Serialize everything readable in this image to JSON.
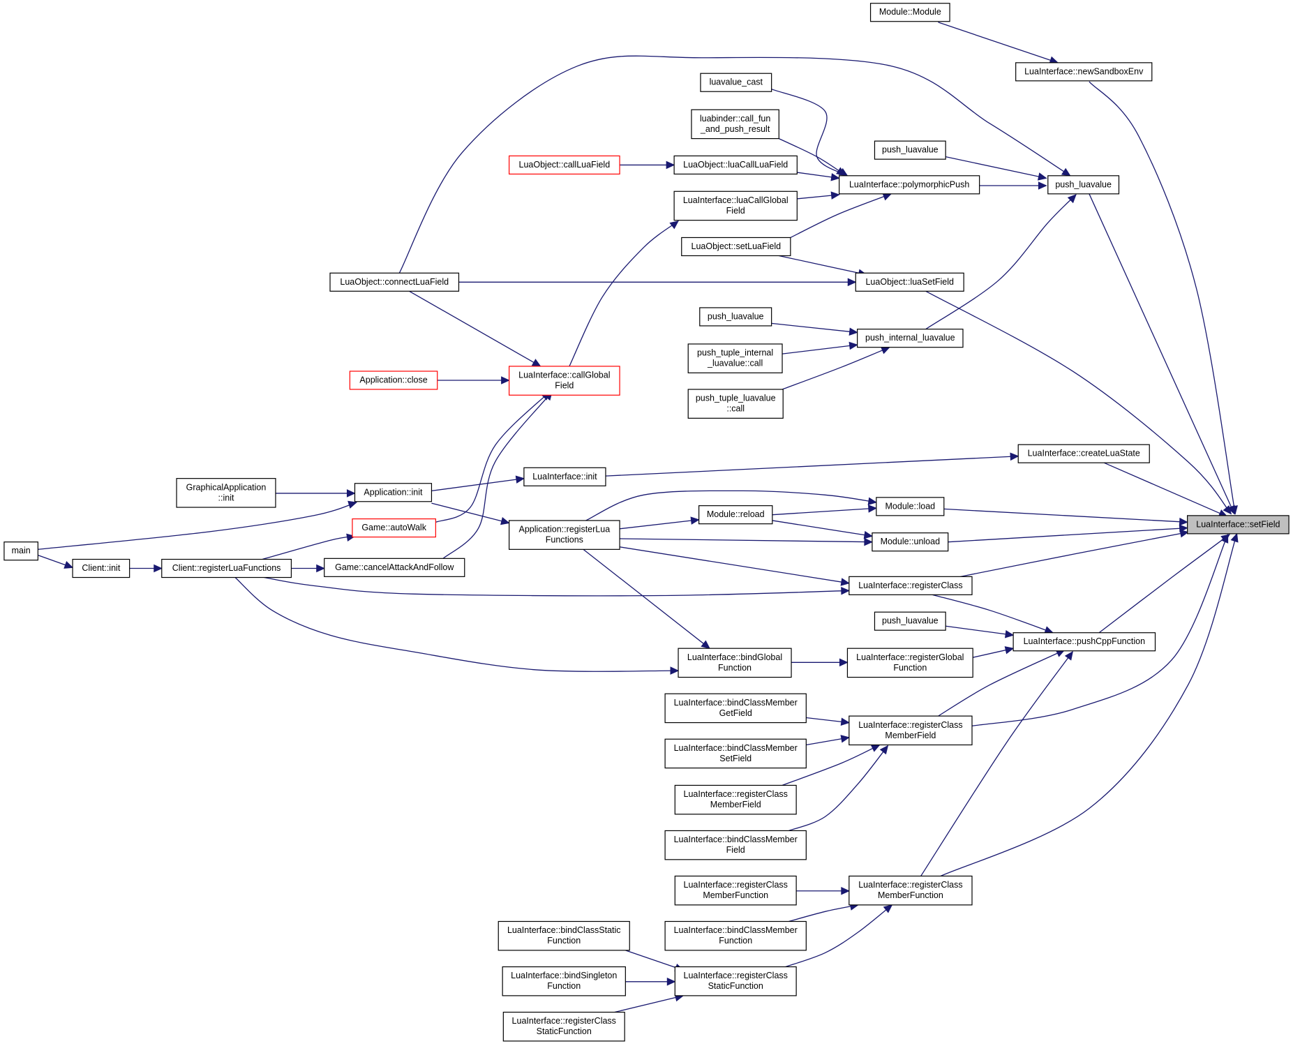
{
  "graph": {
    "nodes": [
      {
        "id": "setField",
        "lines": [
          "LuaInterface::setField"
        ],
        "variant": "focus"
      },
      {
        "id": "moduleModule",
        "lines": [
          "Module::Module"
        ]
      },
      {
        "id": "newSandboxEnv",
        "lines": [
          "LuaInterface::newSandboxEnv"
        ]
      },
      {
        "id": "luavalueCast",
        "lines": [
          "luavalue_cast"
        ]
      },
      {
        "id": "callFun",
        "lines": [
          "luabinder::call_fun",
          "_and_push_result"
        ]
      },
      {
        "id": "pushLuavalueA",
        "lines": [
          "push_luavalue"
        ]
      },
      {
        "id": "callLuaField",
        "lines": [
          "LuaObject::callLuaField"
        ],
        "variant": "red"
      },
      {
        "id": "luaCallLuaField",
        "lines": [
          "LuaObject::luaCallLuaField"
        ]
      },
      {
        "id": "polymorphicPush",
        "lines": [
          "LuaInterface::polymorphicPush"
        ]
      },
      {
        "id": "pushLuavalueMain",
        "lines": [
          "push_luavalue"
        ]
      },
      {
        "id": "luaCallGlobalField",
        "lines": [
          "LuaInterface::luaCallGlobal",
          "Field"
        ]
      },
      {
        "id": "setLuaField",
        "lines": [
          "LuaObject::setLuaField"
        ]
      },
      {
        "id": "connectLuaField",
        "lines": [
          "LuaObject::connectLuaField"
        ]
      },
      {
        "id": "luaSetField",
        "lines": [
          "LuaObject::luaSetField"
        ]
      },
      {
        "id": "pushLuavalueB",
        "lines": [
          "push_luavalue"
        ]
      },
      {
        "id": "pushInternal",
        "lines": [
          "push_internal_luavalue"
        ]
      },
      {
        "id": "pushTupleInternal",
        "lines": [
          "push_tuple_internal",
          "_luavalue::call"
        ]
      },
      {
        "id": "pushTupleLuavalue",
        "lines": [
          "push_tuple_luavalue",
          "::call"
        ]
      },
      {
        "id": "appClose",
        "lines": [
          "Application::close"
        ],
        "variant": "red"
      },
      {
        "id": "callGlobalField",
        "lines": [
          "LuaInterface::callGlobal",
          "Field"
        ],
        "variant": "red"
      },
      {
        "id": "createLuaState",
        "lines": [
          "LuaInterface::createLuaState"
        ]
      },
      {
        "id": "graphicalInit",
        "lines": [
          "GraphicalApplication",
          "::init"
        ]
      },
      {
        "id": "appInit",
        "lines": [
          "Application::init"
        ]
      },
      {
        "id": "luaInterfaceInit",
        "lines": [
          "LuaInterface::init"
        ]
      },
      {
        "id": "moduleLoad",
        "lines": [
          "Module::load"
        ]
      },
      {
        "id": "moduleReload",
        "lines": [
          "Module::reload"
        ]
      },
      {
        "id": "moduleUnload",
        "lines": [
          "Module::unload"
        ]
      },
      {
        "id": "main",
        "lines": [
          "main"
        ]
      },
      {
        "id": "gameAutoWalk",
        "lines": [
          "Game::autoWalk"
        ],
        "variant": "red"
      },
      {
        "id": "appRegisterLua",
        "lines": [
          "Application::registerLua",
          "Functions"
        ]
      },
      {
        "id": "clientInit",
        "lines": [
          "Client::init"
        ]
      },
      {
        "id": "clientRegister",
        "lines": [
          "Client::registerLuaFunctions"
        ]
      },
      {
        "id": "gameCancel",
        "lines": [
          "Game::cancelAttackAndFollow"
        ]
      },
      {
        "id": "registerClass",
        "lines": [
          "LuaInterface::registerClass"
        ]
      },
      {
        "id": "pushLuavalueC",
        "lines": [
          "push_luavalue"
        ]
      },
      {
        "id": "pushCppFunction",
        "lines": [
          "LuaInterface::pushCppFunction"
        ]
      },
      {
        "id": "bindGlobalFunction",
        "lines": [
          "LuaInterface::bindGlobal",
          "Function"
        ]
      },
      {
        "id": "registerGlobalFunction",
        "lines": [
          "LuaInterface::registerGlobal",
          "Function"
        ]
      },
      {
        "id": "bindCMGetField",
        "lines": [
          "LuaInterface::bindClassMember",
          "GetField"
        ]
      },
      {
        "id": "registerCMField",
        "lines": [
          "LuaInterface::registerClass",
          "MemberField"
        ]
      },
      {
        "id": "bindCMSetField",
        "lines": [
          "LuaInterface::bindClassMember",
          "SetField"
        ]
      },
      {
        "id": "registerCMField2",
        "lines": [
          "LuaInterface::registerClass",
          "MemberField"
        ]
      },
      {
        "id": "bindCMField",
        "lines": [
          "LuaInterface::bindClassMember",
          "Field"
        ]
      },
      {
        "id": "registerCMFunction2",
        "lines": [
          "LuaInterface::registerClass",
          "MemberFunction"
        ]
      },
      {
        "id": "registerCMFunction",
        "lines": [
          "LuaInterface::registerClass",
          "MemberFunction"
        ]
      },
      {
        "id": "bindCMFunction",
        "lines": [
          "LuaInterface::bindClassMember",
          "Function"
        ]
      },
      {
        "id": "bindClassStatic",
        "lines": [
          "LuaInterface::bindClassStatic",
          "Function"
        ]
      },
      {
        "id": "bindSingleton",
        "lines": [
          "LuaInterface::bindSingleton",
          "Function"
        ]
      },
      {
        "id": "registerCSFunction",
        "lines": [
          "LuaInterface::registerClass",
          "StaticFunction"
        ]
      },
      {
        "id": "registerCSFunction2",
        "lines": [
          "LuaInterface::registerClass",
          "StaticFunction"
        ]
      }
    ],
    "edges": [
      {
        "from": "moduleModule",
        "to": "newSandboxEnv"
      },
      {
        "from": "newSandboxEnv",
        "to": "setField"
      },
      {
        "from": "connectLuaField",
        "to": "pushLuavalueMain"
      },
      {
        "from": "luavalueCast",
        "to": "polymorphicPush"
      },
      {
        "from": "callFun",
        "to": "polymorphicPush"
      },
      {
        "from": "pushLuavalueA",
        "to": "pushLuavalueMain"
      },
      {
        "from": "callLuaField",
        "to": "luaCallLuaField"
      },
      {
        "from": "luaCallLuaField",
        "to": "polymorphicPush"
      },
      {
        "from": "luaCallGlobalField",
        "to": "polymorphicPush"
      },
      {
        "from": "setLuaField",
        "to": "polymorphicPush"
      },
      {
        "from": "polymorphicPush",
        "to": "pushLuavalueMain"
      },
      {
        "from": "pushLuavalueMain",
        "to": "setField"
      },
      {
        "from": "callGlobalField",
        "to": "luaCallGlobalField"
      },
      {
        "from": "setLuaField",
        "to": "luaSetField"
      },
      {
        "from": "connectLuaField",
        "to": "luaSetField"
      },
      {
        "from": "connectLuaField",
        "to": "callGlobalField"
      },
      {
        "from": "luaSetField",
        "to": "setField"
      },
      {
        "from": "pushInternal",
        "to": "pushLuavalueMain"
      },
      {
        "from": "pushLuavalueB",
        "to": "pushInternal"
      },
      {
        "from": "pushTupleInternal",
        "to": "pushInternal"
      },
      {
        "from": "pushTupleLuavalue",
        "to": "pushInternal"
      },
      {
        "from": "appClose",
        "to": "callGlobalField"
      },
      {
        "from": "appInit",
        "to": "luaInterfaceInit"
      },
      {
        "from": "luaInterfaceInit",
        "to": "createLuaState"
      },
      {
        "from": "createLuaState",
        "to": "setField"
      },
      {
        "from": "graphicalInit",
        "to": "appInit"
      },
      {
        "from": "main",
        "to": "appInit"
      },
      {
        "from": "main",
        "to": "clientInit"
      },
      {
        "from": "clientInit",
        "to": "clientRegister"
      },
      {
        "from": "clientRegister",
        "to": "gameCancel"
      },
      {
        "from": "clientRegister",
        "to": "gameAutoWalk"
      },
      {
        "from": "gameAutoWalk",
        "to": "callGlobalField"
      },
      {
        "from": "gameCancel",
        "to": "callGlobalField"
      },
      {
        "from": "appInit",
        "to": "appRegisterLua"
      },
      {
        "from": "appRegisterLua",
        "to": "moduleLoad"
      },
      {
        "from": "appRegisterLua",
        "to": "moduleReload"
      },
      {
        "from": "appRegisterLua",
        "to": "moduleUnload"
      },
      {
        "from": "moduleReload",
        "to": "moduleLoad"
      },
      {
        "from": "moduleReload",
        "to": "moduleUnload"
      },
      {
        "from": "moduleLoad",
        "to": "setField"
      },
      {
        "from": "moduleUnload",
        "to": "setField"
      },
      {
        "from": "appRegisterLua",
        "to": "registerClass"
      },
      {
        "from": "clientRegister",
        "to": "registerClass"
      },
      {
        "from": "registerClass",
        "to": "setField"
      },
      {
        "from": "registerClass",
        "to": "pushCppFunction"
      },
      {
        "from": "pushLuavalueC",
        "to": "pushCppFunction"
      },
      {
        "from": "pushCppFunction",
        "to": "setField"
      },
      {
        "from": "appRegisterLua",
        "to": "bindGlobalFunction"
      },
      {
        "from": "clientRegister",
        "to": "bindGlobalFunction"
      },
      {
        "from": "bindGlobalFunction",
        "to": "registerGlobalFunction"
      },
      {
        "from": "registerGlobalFunction",
        "to": "pushCppFunction"
      },
      {
        "from": "bindCMGetField",
        "to": "registerCMField"
      },
      {
        "from": "bindCMSetField",
        "to": "registerCMField"
      },
      {
        "from": "registerCMField2",
        "to": "registerCMField"
      },
      {
        "from": "bindCMField",
        "to": "registerCMField"
      },
      {
        "from": "registerCMField",
        "to": "pushCppFunction"
      },
      {
        "from": "registerCMField",
        "to": "setField"
      },
      {
        "from": "registerCMFunction2",
        "to": "registerCMFunction"
      },
      {
        "from": "bindCMFunction",
        "to": "registerCMFunction"
      },
      {
        "from": "registerCMFunction",
        "to": "pushCppFunction"
      },
      {
        "from": "registerCMFunction",
        "to": "setField"
      },
      {
        "from": "bindClassStatic",
        "to": "registerCSFunction"
      },
      {
        "from": "bindSingleton",
        "to": "registerCSFunction"
      },
      {
        "from": "registerCSFunction2",
        "to": "registerCSFunction"
      },
      {
        "from": "registerCSFunction",
        "to": "registerCMFunction"
      }
    ]
  },
  "colors": {
    "edge": "#191970",
    "node_border": "#000000",
    "node_border_highlight": "#ff0000",
    "focus_fill": "#bfbfbf",
    "background": "#ffffff"
  }
}
